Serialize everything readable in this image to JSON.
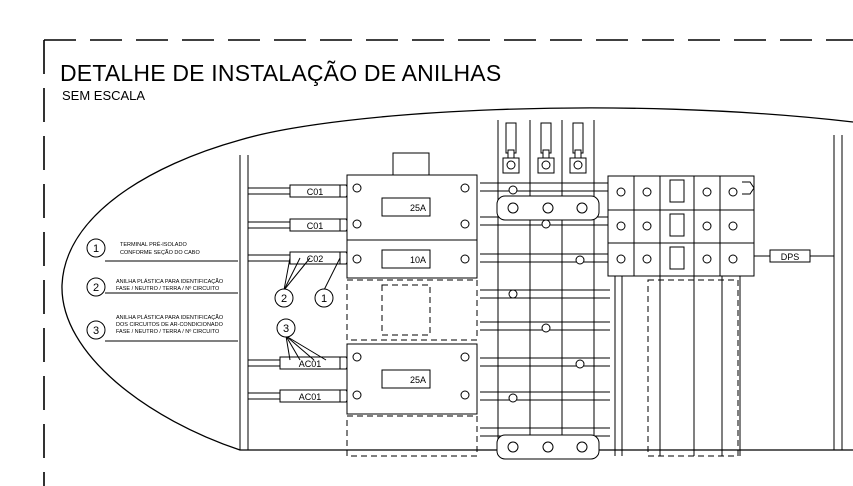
{
  "title": "DETALHE DE INSTALAÇÃO DE ANILHAS",
  "subtitle": "SEM ESCALA",
  "legend": [
    {
      "num": "1",
      "lines": [
        "TERMINAL PRÉ-ISOLADO",
        "CONFORME SEÇÃO DO CABO"
      ]
    },
    {
      "num": "2",
      "lines": [
        "ANILHA PLÁSTICA PARA IDENTIFICAÇÃO",
        "FASE / NEUTRO / TERRA / Nº CIRCUITO"
      ]
    },
    {
      "num": "3",
      "lines": [
        "ANILHA PLÁSTICA PARA IDENTIFICAÇÃO",
        "DOS CIRCUITOS DE AR-CONDICIONADO",
        "FASE / NEUTRO / TERRA / Nº CIRCUITO"
      ]
    }
  ],
  "callouts": {
    "one": "1",
    "two": "2",
    "three": "3"
  },
  "breakers": {
    "b1": "25A",
    "b2": "10A",
    "b3": "25A"
  },
  "ferrules": {
    "r1": "C01",
    "r2": "C01",
    "r3": "C02",
    "r4": "AC01",
    "r5": "AC01",
    "dps": "DPS"
  }
}
